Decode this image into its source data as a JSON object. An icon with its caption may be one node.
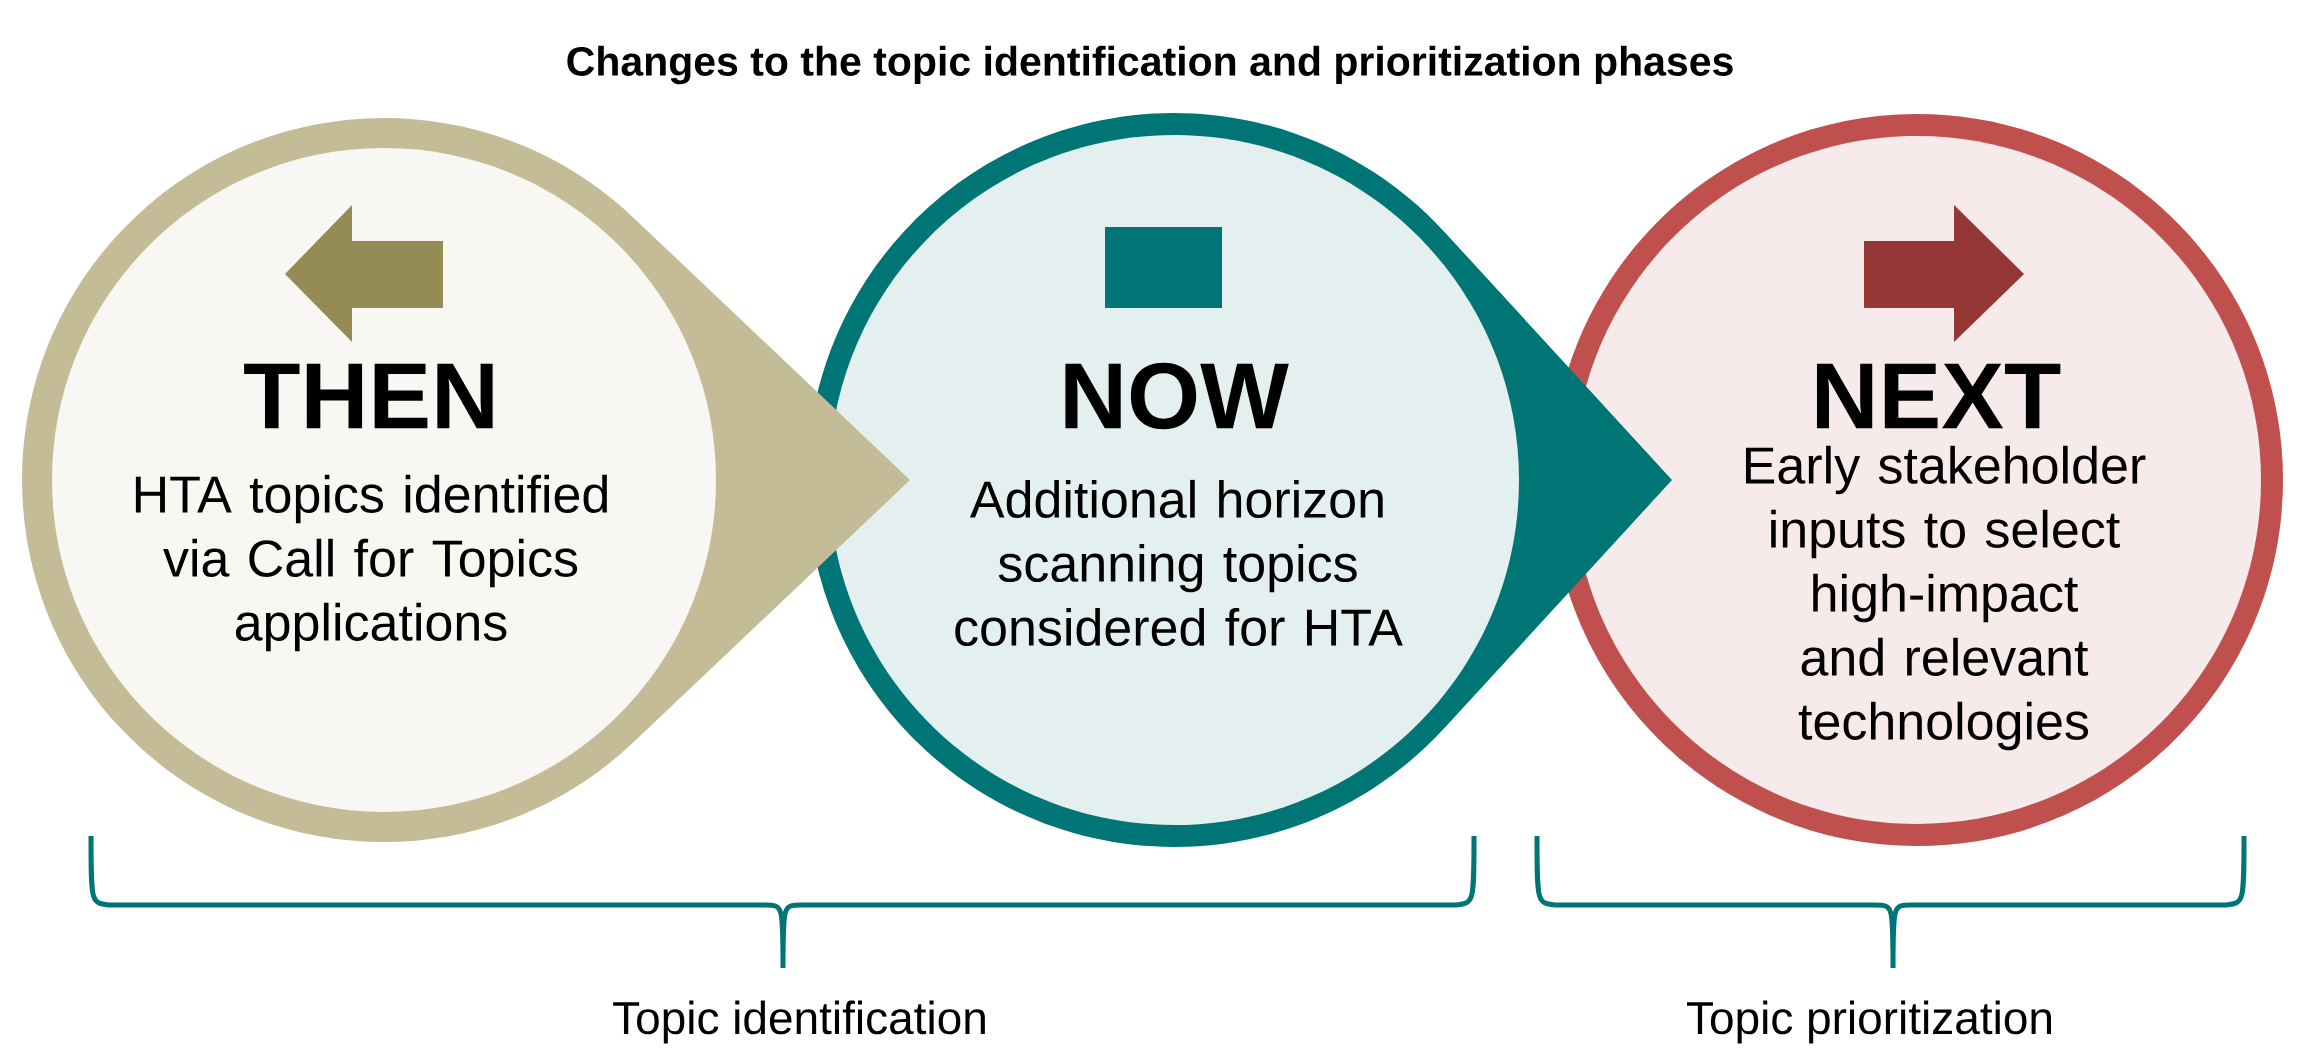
{
  "diagram": {
    "title": "Changes to the topic identification and prioritization phases",
    "nodes": [
      {
        "text": [
          "THEN",
          "HTA topics identified via Call for Topics applications"
        ]
      },
      {
        "text": [
          "NOW",
          "Additional horizon scanning topics considered for HTA"
        ]
      },
      {
        "text": [
          "NEXT",
          "Early stakeholder inputs to select high-impact and relevant technologies"
        ]
      }
    ],
    "labels": [
      "Topic identification",
      "Topic prioritization"
    ]
  }
}
